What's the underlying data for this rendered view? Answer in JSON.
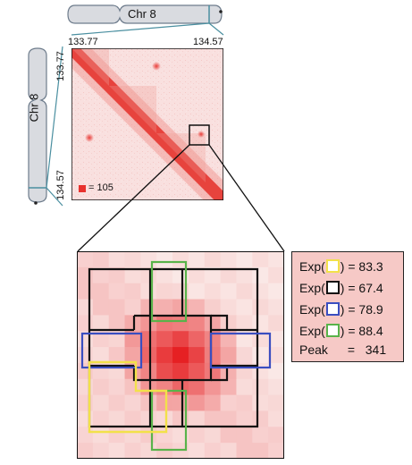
{
  "chromosome_horizontal": {
    "label": "Chr 8"
  },
  "chromosome_vertical": {
    "label": "Chr 8"
  },
  "axis_top": {
    "start": "133.77",
    "end": "134.57"
  },
  "axis_left": {
    "start": "133.77",
    "end": "134.57"
  },
  "heatmap_scale": {
    "label": "= 105",
    "color": "#e8322e"
  },
  "legend": {
    "rows": [
      {
        "prefix": "Exp(",
        "suffix": ") = 83.3",
        "color": "#f2e14a"
      },
      {
        "prefix": "Exp(",
        "suffix": ") = 67.4",
        "color": "#111111"
      },
      {
        "prefix": "Exp(",
        "suffix": ") = 78.9",
        "color": "#3a4ec0"
      },
      {
        "prefix": "Exp(",
        "suffix": ") = 88.4",
        "color": "#59b34a"
      }
    ],
    "peak_label": "Peak",
    "peak_value": "=   341"
  }
}
